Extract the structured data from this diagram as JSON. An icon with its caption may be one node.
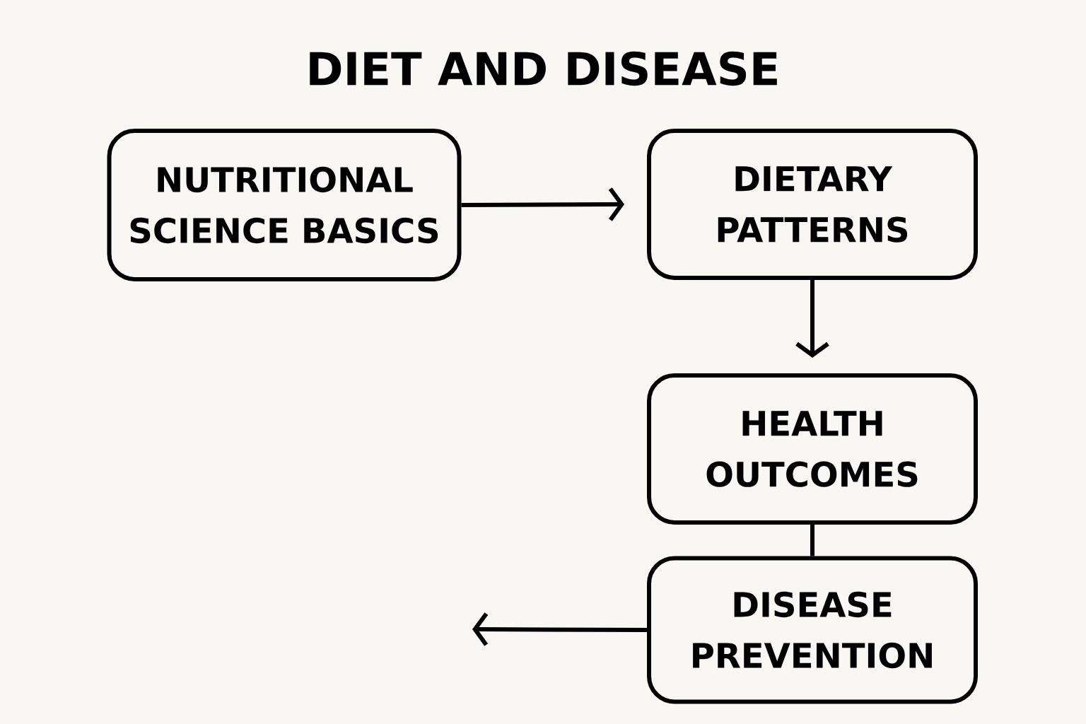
{
  "diagram": {
    "title": "DIET AND DISEASE",
    "nodes": [
      {
        "text": [
          "NUTRITIONAL SCIENCE BASICS"
        ]
      },
      {
        "text": [
          "DIETARY PATTERNS"
        ]
      },
      {
        "text": [
          "HEALTH OUTCOMES"
        ]
      },
      {
        "text": [
          "DISEASE PREVENTION"
        ]
      }
    ],
    "edges": [
      {
        "from": 0,
        "to": 1,
        "arrow": "to"
      },
      {
        "from": 1,
        "to": 2,
        "arrow": "to"
      },
      {
        "from": 2,
        "to": 3,
        "arrow": "none"
      },
      {
        "from": 3,
        "to": null,
        "arrow": "to"
      }
    ]
  }
}
